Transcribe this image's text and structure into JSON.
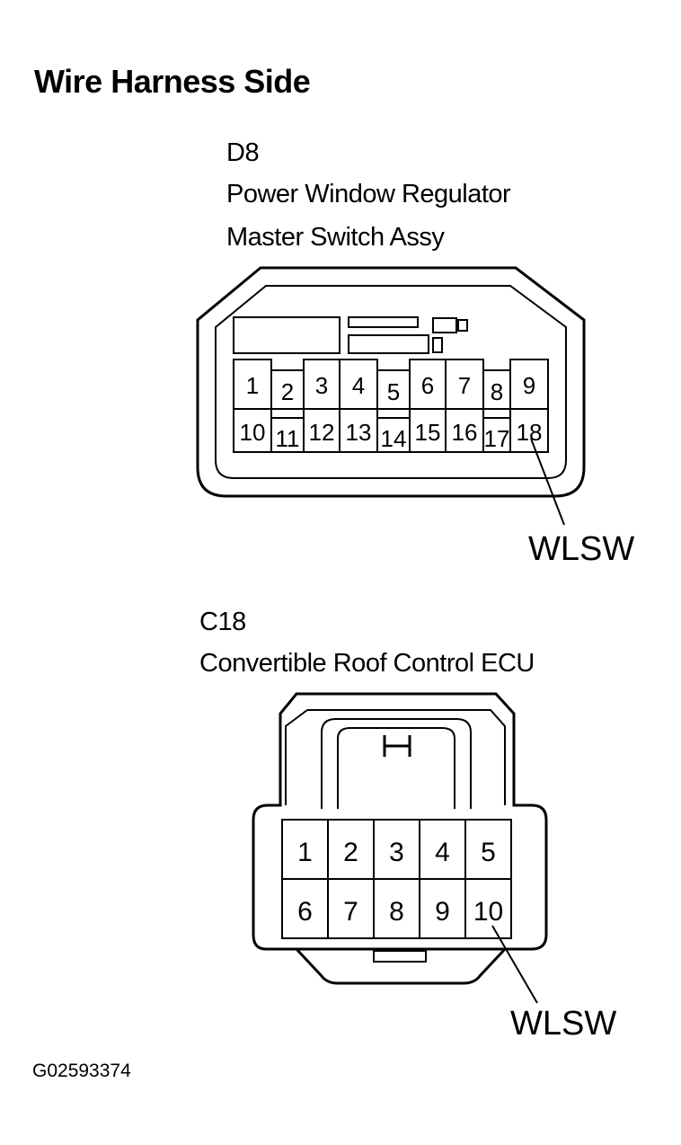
{
  "title": "Wire Harness Side",
  "connectors": [
    {
      "code": "D8",
      "name_lines": [
        "Power Window Regulator",
        "Master Switch Assy"
      ],
      "top_row": [
        "1",
        "2",
        "3",
        "4",
        "5",
        "6",
        "7",
        "8",
        "9"
      ],
      "bottom_row": [
        "10",
        "11",
        "12",
        "13",
        "14",
        "15",
        "16",
        "17",
        "18"
      ],
      "callout_label": "WLSW",
      "callout_pin": "18"
    },
    {
      "code": "C18",
      "name_lines": [
        "Convertible Roof Control ECU"
      ],
      "top_row": [
        "1",
        "2",
        "3",
        "4",
        "5"
      ],
      "bottom_row": [
        "6",
        "7",
        "8",
        "9",
        "10"
      ],
      "callout_label": "WLSW",
      "callout_pin": "10"
    }
  ],
  "figure_code": "G02593374"
}
